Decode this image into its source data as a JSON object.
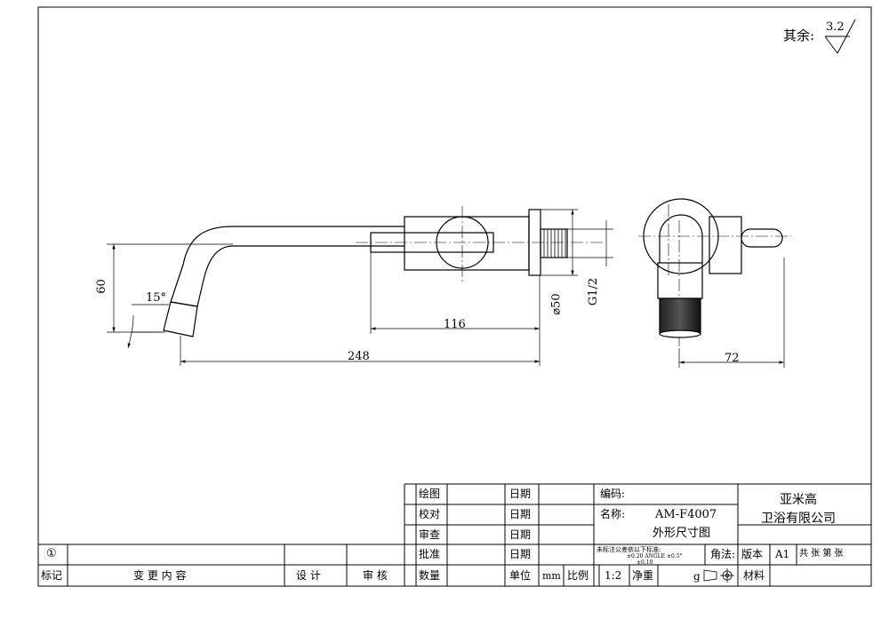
{
  "roughness": {
    "prefix": "其余:",
    "value": "3.2"
  },
  "dimensions": {
    "d60": "60",
    "d15": "15°",
    "d116": "116",
    "d248": "248",
    "d50": "⌀50",
    "g12": "G1/2",
    "d72": "72"
  },
  "title_block": {
    "drawn": "绘图",
    "checked": "校对",
    "reviewed": "审查",
    "approved": "批准",
    "quantity": "数量",
    "date": "日期",
    "unit": "单位",
    "unit_value": "mm",
    "scale": "比例",
    "scale_value": "1:2",
    "net_weight": "净重",
    "weight_unit": "g",
    "code_label": "编码:",
    "name_label": "名称:",
    "model": "AM-F4007",
    "drawing_title": "外形尺寸图",
    "tolerance_note": "未标注公差依以下标准:",
    "tolerance_line1": "±0.20  ANGLE  ±0.5°",
    "tolerance_line2": "±0.10",
    "projection_label": "角法:",
    "version_label": "版本",
    "version_value": "A1",
    "sheets": "共   张 第   张",
    "material_label": "材料",
    "company_line1": "亚米高",
    "company_line2": "卫浴有限公司"
  },
  "revision_block": {
    "marker": "①",
    "mark": "标记",
    "change_content": "变  更  内  容",
    "design": "设  计",
    "audit": "审  核"
  }
}
